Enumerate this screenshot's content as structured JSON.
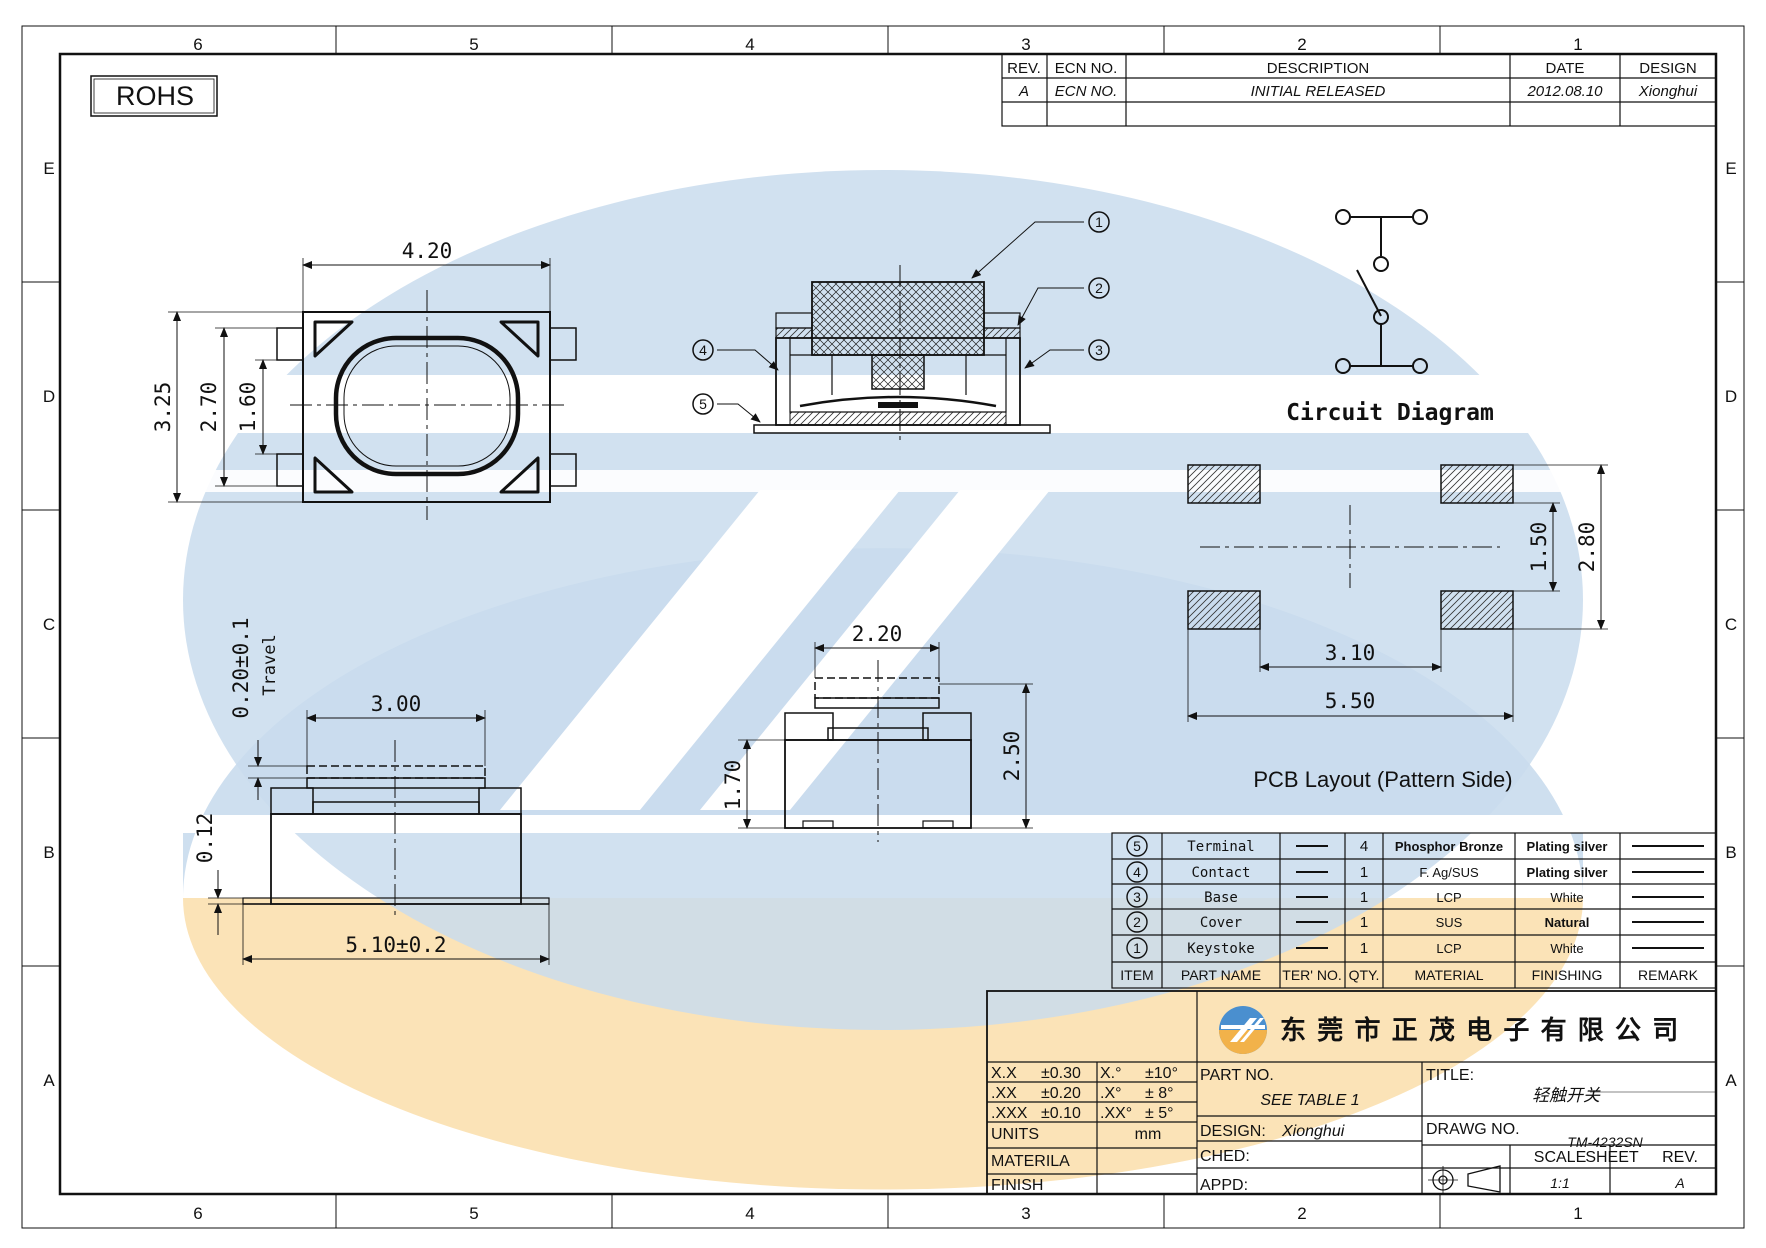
{
  "border": {
    "top_zones": [
      "6",
      "5",
      "4",
      "3",
      "2",
      "1"
    ],
    "bottom_zones": [
      "6",
      "5",
      "4",
      "3",
      "2",
      "1"
    ],
    "side_zones": [
      "E",
      "D",
      "C",
      "B",
      "A"
    ]
  },
  "rohs": "ROHS",
  "revision_table": {
    "headers": [
      "REV.",
      "ECN NO.",
      "DESCRIPTION",
      "DATE",
      "DESIGN"
    ],
    "row": [
      "A",
      "ECN NO.",
      "INITIAL  RELEASED",
      "2012.08.10",
      "Xionghui"
    ]
  },
  "top_view": {
    "dim_width": "4.20",
    "dim_outer_height": "3.25",
    "dim_mid_height": "2.70",
    "dim_inner_height": "1.60"
  },
  "section_view": {
    "callouts": [
      "1",
      "2",
      "3",
      "4",
      "5"
    ]
  },
  "circuit": {
    "title": "Circuit Diagram"
  },
  "pcb": {
    "dim_pitch_x": "3.10",
    "dim_overall_x": "5.50",
    "dim_pad_y": "1.50",
    "dim_overall_y": "2.80",
    "title": "PCB  Layout (Pattern Side)"
  },
  "side_view_left": {
    "dim_travel": "0.20±0.1",
    "travel_label": "Travel",
    "dim_top": "3.00",
    "dim_terminal": "0.12",
    "dim_overall": "5.10±0.2"
  },
  "side_view_center": {
    "dim_top": "2.20",
    "dim_body": "1.70",
    "dim_height": "2.50"
  },
  "bom": {
    "headers": [
      "ITEM",
      "PART NAME",
      "TER' NO.",
      "QTY.",
      "MATERIAL",
      "FINISHING",
      "REMARK"
    ],
    "rows": [
      {
        "item": "5",
        "name": "Terminal",
        "qty": "4",
        "material": "Phosphor Bronze",
        "finishing": "Plating silver"
      },
      {
        "item": "4",
        "name": "Contact",
        "qty": "1",
        "material": "F. Ag/SUS",
        "finishing": "Plating silver"
      },
      {
        "item": "3",
        "name": "Base",
        "qty": "1",
        "material": "LCP",
        "finishing": "White"
      },
      {
        "item": "2",
        "name": "Cover",
        "qty": "1",
        "material": "SUS",
        "finishing": "Natural"
      },
      {
        "item": "1",
        "name": "Keystoke",
        "qty": "1",
        "material": "LCP",
        "finishing": "White"
      }
    ]
  },
  "title_block": {
    "company": "东 莞 市 正 茂 电 子 有 限 公 司",
    "tolerances": [
      {
        "k": "X.X",
        "v": "±0.30",
        "ak": "X.°",
        "av": "±10°"
      },
      {
        "k": ".XX",
        "v": "±0.20",
        "ak": ".X°",
        "av": "± 8°"
      },
      {
        "k": ".XXX",
        "v": "±0.10",
        "ak": ".XX°",
        "av": "± 5°"
      }
    ],
    "units_label": "UNITS",
    "units_value": "mm",
    "material_label": "MATERILA",
    "finish_label": "FINISH",
    "part_no_label": "PART NO.",
    "part_no_value": "SEE TABLE 1",
    "title_label": "TITLE:",
    "title_value": "轻触开关",
    "design_label": "DESIGN:",
    "design_value": "Xionghui",
    "drawing_no_label": "DRAWG NO.",
    "drawing_no_value": "TM-4232SN",
    "ched_label": "CHED:",
    "appd_label": "APPD:",
    "scale_label": "SCALE",
    "scale_value": "1:1",
    "sheet_label": "SHEET",
    "rev_label": "REV.",
    "rev_value": "A"
  },
  "colors": {
    "watermark_blue": "#c9dced",
    "watermark_orange": "#fbe3b7",
    "line": "#111111"
  }
}
